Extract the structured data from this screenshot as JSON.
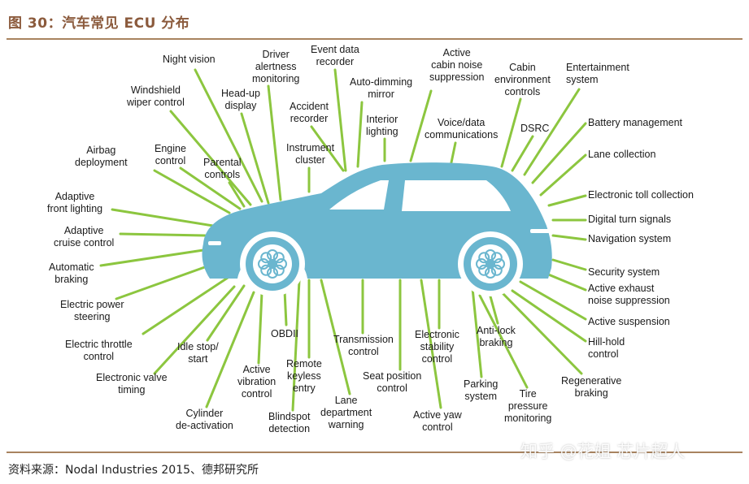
{
  "figure_title": "图 30：汽车常见 ECU 分布",
  "source_text": "资料来源：Nodal Industries 2015、德邦研究所",
  "watermark_text": "知乎 @花姐 芯片超人",
  "colors": {
    "car": "#6ab6cf",
    "connector": "#8cc63f",
    "title": "#8b5a3c",
    "rule": "#a8835f"
  },
  "ecu_labels": [
    {
      "id": "night-vision",
      "text": "Night vision"
    },
    {
      "id": "windshield-wiper-control",
      "text": "Windshield\nwiper control"
    },
    {
      "id": "head-up-display",
      "text": "Head-up\ndisplay"
    },
    {
      "id": "driver-alertness-monitoring",
      "text": "Driver\nalertness\nmonitoring"
    },
    {
      "id": "event-data-recorder",
      "text": "Event data\nrecorder"
    },
    {
      "id": "auto-dimming-mirror",
      "text": "Auto-dimming\nmirror"
    },
    {
      "id": "accident-recorder",
      "text": "Accident\nrecorder"
    },
    {
      "id": "interior-lighting",
      "text": "Interior\nlighting"
    },
    {
      "id": "instrument-cluster",
      "text": "Instrument\ncluster"
    },
    {
      "id": "active-cabin-noise-suppression",
      "text": "Active\ncabin noise\nsuppression"
    },
    {
      "id": "cabin-environment-controls",
      "text": "Cabin\nenvironment\ncontrols"
    },
    {
      "id": "entertainment-system",
      "text": "Entertainment\nsystem"
    },
    {
      "id": "voice-data-communications",
      "text": "Voice/data\ncommunications"
    },
    {
      "id": "dsrc",
      "text": "DSRC"
    },
    {
      "id": "battery-management",
      "text": "Battery management"
    },
    {
      "id": "airbag-deployment",
      "text": "Airbag\ndeployment"
    },
    {
      "id": "engine-control",
      "text": "Engine\ncontrol"
    },
    {
      "id": "parental-controls",
      "text": "Parental\ncontrols"
    },
    {
      "id": "lane-collection",
      "text": "Lane collection"
    },
    {
      "id": "adaptive-front-lighting",
      "text": "Adaptive\nfront lighting"
    },
    {
      "id": "electronic-toll-collection",
      "text": "Electronic toll collection"
    },
    {
      "id": "digital-turn-signals",
      "text": "Digital turn signals"
    },
    {
      "id": "adaptive-cruise-control",
      "text": "Adaptive\ncruise control"
    },
    {
      "id": "navigation-system",
      "text": "Navigation system"
    },
    {
      "id": "automatic-braking",
      "text": "Automatic\nbraking"
    },
    {
      "id": "security-system",
      "text": "Security system"
    },
    {
      "id": "active-exhaust-noise-suppression",
      "text": "Active exhaust\nnoise suppression"
    },
    {
      "id": "electric-power-steering",
      "text": "Electric power\nsteering"
    },
    {
      "id": "active-suspension",
      "text": "Active suspension"
    },
    {
      "id": "obdii",
      "text": "OBDII"
    },
    {
      "id": "transmission-control",
      "text": "Transmission\ncontrol"
    },
    {
      "id": "electronic-stability-control",
      "text": "Electronic\nstability\ncontrol"
    },
    {
      "id": "anti-lock-braking",
      "text": "Anti-lock\nbraking"
    },
    {
      "id": "hill-hold-control",
      "text": "Hill-hold\ncontrol"
    },
    {
      "id": "electric-throttle-control",
      "text": "Electric throttle\ncontrol"
    },
    {
      "id": "idle-stop-start",
      "text": "Idle stop/\nstart"
    },
    {
      "id": "remote-keyless-entry",
      "text": "Remote\nkeyless\nentry"
    },
    {
      "id": "active-vibration-control",
      "text": "Active\nvibration\ncontrol"
    },
    {
      "id": "seat-position-control",
      "text": "Seat position\ncontrol"
    },
    {
      "id": "regenerative-braking",
      "text": "Regenerative\nbraking"
    },
    {
      "id": "electronic-valve-timing",
      "text": "Electronic valve\ntiming"
    },
    {
      "id": "parking-system",
      "text": "Parking\nsystem"
    },
    {
      "id": "tire-pressure-monitoring",
      "text": "Tire\npressure\nmonitoring"
    },
    {
      "id": "lane-department-warning",
      "text": "Lane\ndepartment\nwarning"
    },
    {
      "id": "active-yaw-control",
      "text": "Active yaw\ncontrol"
    },
    {
      "id": "cylinder-de-activation",
      "text": "Cylinder\nde-activation"
    },
    {
      "id": "blindspot-detection",
      "text": "Blindspot\ndetection"
    }
  ]
}
